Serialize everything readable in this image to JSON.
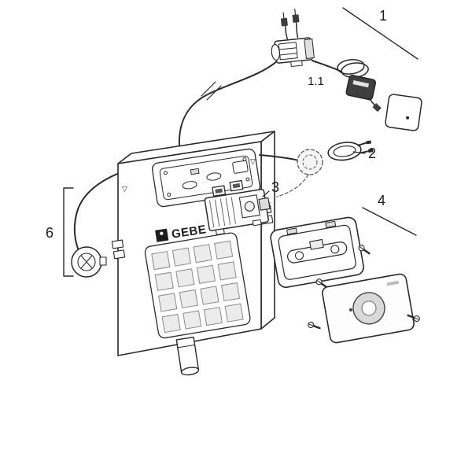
{
  "diagram": {
    "type": "exploded-parts-diagram",
    "subject": "concealed-cistern-flush-actuation-assembly",
    "background": "#ffffff",
    "colors": {
      "line": "#2a2a2a",
      "dark_part": "#3f3f3f",
      "panel_square_fill": "#ececec",
      "button_ring_fill": "#d9d9d9"
    },
    "labels": {
      "part1": "1",
      "part1_1": "1.1",
      "part2": "2",
      "part3": "3",
      "part4": "4",
      "part6": "6"
    },
    "brand_text": "GEBE"
  }
}
